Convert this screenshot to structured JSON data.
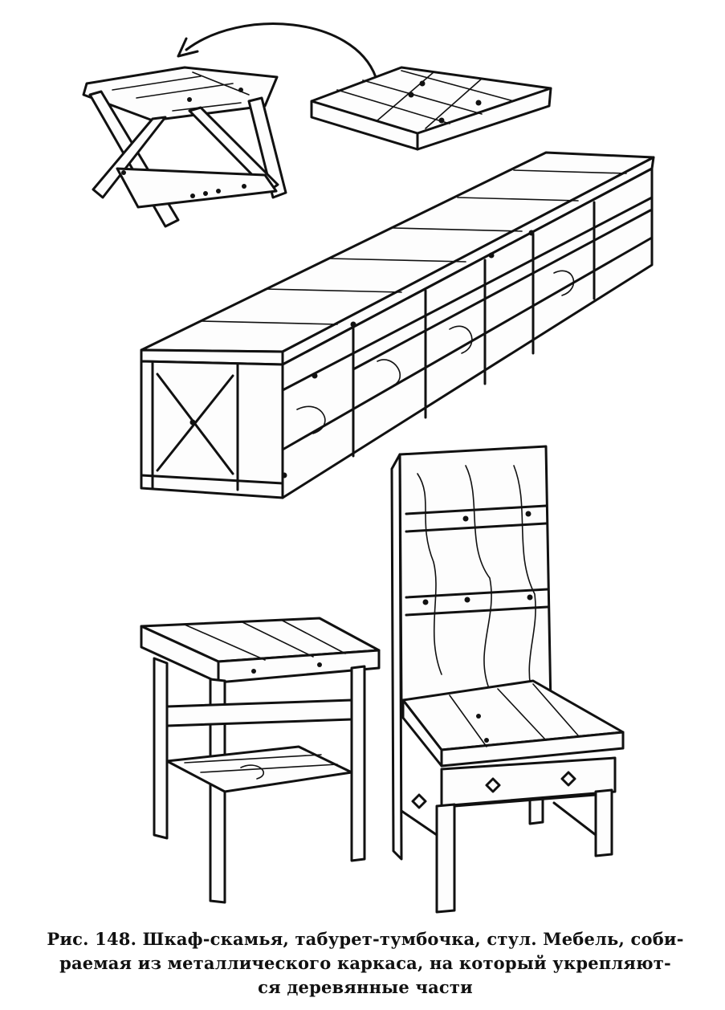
{
  "figure": {
    "items": [
      {
        "id": "folding-stool"
      },
      {
        "id": "stool-seat-board"
      },
      {
        "id": "cabinet-bench"
      },
      {
        "id": "stool-nightstand"
      },
      {
        "id": "chair"
      }
    ],
    "colors": {
      "ink": "#111111",
      "paper": "#ffffff"
    }
  },
  "caption": {
    "label": "Рис. 148.",
    "line1": "Шкаф-скамья, табурет-тумбочка, стул. Мебель, соби-",
    "line2": "раемая из металлического каркаса, на который укрепляют-",
    "line3": "ся деревянные части"
  }
}
